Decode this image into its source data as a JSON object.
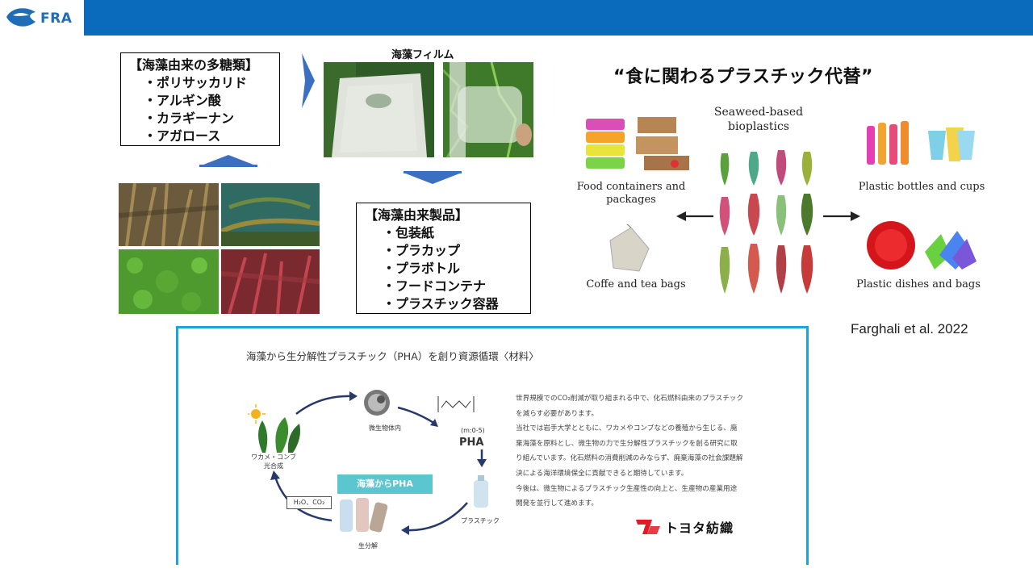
{
  "header": {
    "logo_text": "FRA"
  },
  "polysaccharides": {
    "title": "【海藻由来の多糖類】",
    "items": [
      "・ポリサッカリド",
      "・アルギン酸",
      "・カラギーナン",
      "・アガロース"
    ]
  },
  "film": {
    "label": "海藻フィルム"
  },
  "products": {
    "title": "【海藻由来製品】",
    "items": [
      "・包装紙",
      "・プラカップ",
      "・プラボトル",
      "・フードコンテナ",
      "・プラスチック容器"
    ]
  },
  "figure": {
    "headline": "“食に関わるプラスチック代替”",
    "center_label": "Seaweed-based\nbioplastics",
    "labels": {
      "food": "Food containers and\npackages",
      "tea": "Coffe and tea bags",
      "bottles": "Plastic bottles and cups",
      "dishes": "Plastic dishes and bags"
    },
    "citation": "Farghali et al. 2022"
  },
  "panel": {
    "title": "海藻から生分解性プラスチック（PHA）を創り資源循環〈材料〉",
    "cycle": {
      "seaweed": "ワカメ・コンブ\n光合成",
      "microbe": "微生物体内",
      "formula": "(m:0-5)",
      "pha": "PHA",
      "plastic": "プラスチック",
      "biodeg": "生分解",
      "h2o": "H₂O、CO₂",
      "banner": "海藻からPHA"
    },
    "text": [
      "世界規模でのCO₂削減が取り組まれる中で、化石燃料由来のプラスチック",
      "を減らす必要があります。",
      "当社では岩手大学とともに、ワカメやコンブなどの養殖から生じる、廃",
      "棄海藻を原料とし、微生物の力で生分解性プラスチックを創る研究に取",
      "り組んでいます。化石燃料の消費削減のみならず、廃棄海藻の社会課題解",
      "決による海洋環境保全に貢献できると期待しています。",
      "今後は、微生物によるプラスチック生産性の向上と、生産物の産業用途",
      "開発を並行して進めます。"
    ],
    "company": "トヨタ紡織"
  },
  "colors": {
    "header": "#0a6bbd",
    "arrow": "#3b6fc1",
    "panel_border": "#1da4dc",
    "banner": "#5bc6cf"
  }
}
